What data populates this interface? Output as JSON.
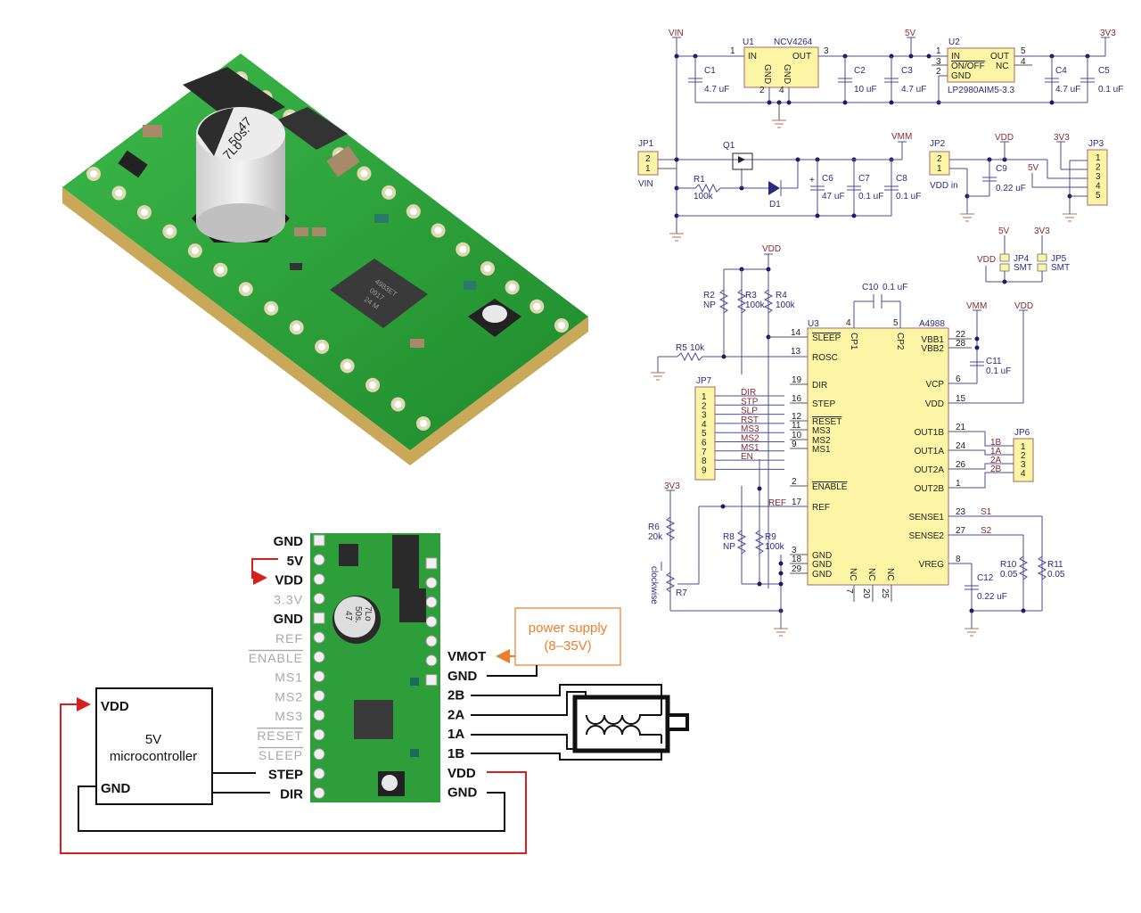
{
  "board_photo": {
    "capacitor_marking": [
      "47",
      "50s.",
      "7Lo"
    ],
    "driver_chip_marking": [
      "4983ET",
      "0917",
      "24 M"
    ]
  },
  "schematic": {
    "regulator1": {
      "ref": "U1",
      "part": "NCV4264",
      "pins": {
        "in": "IN",
        "out": "OUT",
        "gnd1": "GND",
        "gnd2": "GND"
      },
      "pin_numbers": {
        "in": "1",
        "out": "3",
        "gnd1": "2",
        "gnd2": "4"
      }
    },
    "regulator2": {
      "ref": "U2",
      "part": "LP2980AIM5-3.3",
      "pins": {
        "in": "IN",
        "onoff": "ON/OFF",
        "gnd": "GND",
        "out": "OUT",
        "nc": "NC"
      },
      "pin_numbers": {
        "in": "1",
        "onoff": "3",
        "gnd": "2",
        "out": "5",
        "nc": "4"
      }
    },
    "nets": {
      "vin": "VIN",
      "v5": "5V",
      "v3v3": "3V3",
      "vmm": "VMM",
      "vdd": "VDD",
      "ref": "REF",
      "s1": "S1",
      "s2": "S2"
    },
    "capacitors": [
      {
        "ref": "C1",
        "value": "4.7 uF"
      },
      {
        "ref": "C2",
        "value": "10 uF"
      },
      {
        "ref": "C3",
        "value": "4.7 uF"
      },
      {
        "ref": "C4",
        "value": "4.7 uF"
      },
      {
        "ref": "C5",
        "value": "0.1 uF"
      },
      {
        "ref": "C6",
        "value": "47 uF"
      },
      {
        "ref": "C7",
        "value": "0.1 uF"
      },
      {
        "ref": "C8",
        "value": "0.1 uF"
      },
      {
        "ref": "C9",
        "value": "0.22 uF"
      },
      {
        "ref": "C10",
        "value": "0.1 uF"
      },
      {
        "ref": "C11",
        "value": "0.1 uF"
      },
      {
        "ref": "C12",
        "value": "0.22 uF"
      }
    ],
    "resistors": [
      {
        "ref": "R1",
        "value": "100k"
      },
      {
        "ref": "R2",
        "value": "NP"
      },
      {
        "ref": "R3",
        "value": "100k"
      },
      {
        "ref": "R4",
        "value": "100k"
      },
      {
        "ref": "R5",
        "value": "10k"
      },
      {
        "ref": "R6",
        "value": "20k"
      },
      {
        "ref": "R7",
        "value": ""
      },
      {
        "ref": "R8",
        "value": "NP"
      },
      {
        "ref": "R9",
        "value": "100k"
      },
      {
        "ref": "R10",
        "value": "0.05"
      },
      {
        "ref": "R11",
        "value": "0.05"
      }
    ],
    "q1": "Q1",
    "d1": "D1",
    "r7_note": "clockwise",
    "jumpers": {
      "jp1": {
        "ref": "JP1",
        "label": "VIN",
        "pins": [
          "2",
          "1"
        ]
      },
      "jp2": {
        "ref": "JP2",
        "label": "VDD in",
        "pins": [
          "2",
          "1"
        ]
      },
      "jp3": {
        "ref": "JP3",
        "pins": [
          "1",
          "2",
          "3",
          "4",
          "5"
        ]
      },
      "jp4": {
        "ref": "JP4",
        "label": "SMT"
      },
      "jp5": {
        "ref": "JP5",
        "label": "SMT"
      },
      "jp6": {
        "ref": "JP6",
        "pins": [
          "1",
          "2",
          "3",
          "4"
        ],
        "nets": [
          "1B",
          "1A",
          "2A",
          "2B"
        ]
      },
      "jp7": {
        "ref": "JP7",
        "pins": [
          "1",
          "2",
          "3",
          "4",
          "5",
          "6",
          "7",
          "8",
          "9"
        ],
        "nets": [
          "DIR",
          "STP",
          "SLP",
          "RST",
          "MS3",
          "MS2",
          "MS1",
          "EN"
        ]
      }
    },
    "driver": {
      "ref": "U3",
      "part": "A4988",
      "left_pins": [
        {
          "num": "14",
          "name": "SLEEP"
        },
        {
          "num": "13",
          "name": "ROSC"
        },
        {
          "num": "19",
          "name": "DIR"
        },
        {
          "num": "16",
          "name": "STEP"
        },
        {
          "num": "12",
          "name": "RESET"
        },
        {
          "num": "11",
          "name": "MS3"
        },
        {
          "num": "10",
          "name": "MS2"
        },
        {
          "num": "9",
          "name": "MS1"
        },
        {
          "num": "2",
          "name": "ENABLE"
        },
        {
          "num": "17",
          "name": "REF"
        },
        {
          "num": "3",
          "name": "GND"
        },
        {
          "num": "18",
          "name": "GND"
        },
        {
          "num": "29",
          "name": "GND"
        }
      ],
      "top_pins": [
        {
          "num": "4",
          "name": "CP1"
        },
        {
          "num": "5",
          "name": "CP2"
        }
      ],
      "right_pins": [
        {
          "num": "22",
          "name": "VBB1"
        },
        {
          "num": "28",
          "name": "VBB2"
        },
        {
          "num": "6",
          "name": "VCP"
        },
        {
          "num": "15",
          "name": "VDD"
        },
        {
          "num": "21",
          "name": "OUT1B"
        },
        {
          "num": "24",
          "name": "OUT1A"
        },
        {
          "num": "26",
          "name": "OUT2A"
        },
        {
          "num": "1",
          "name": "OUT2B"
        },
        {
          "num": "23",
          "name": "SENSE1"
        },
        {
          "num": "27",
          "name": "SENSE2"
        },
        {
          "num": "8",
          "name": "VREG"
        }
      ],
      "bottom_pins": [
        {
          "num": "7",
          "name": "NC"
        },
        {
          "num": "20",
          "name": "NC"
        },
        {
          "num": "25",
          "name": "NC"
        }
      ]
    }
  },
  "wiring": {
    "left_labels": [
      {
        "text": "GND",
        "style": "bold"
      },
      {
        "text": "5V",
        "style": "bold"
      },
      {
        "text": "VDD",
        "style": "bold"
      },
      {
        "text": "3.3V",
        "style": "gray"
      },
      {
        "text": "GND",
        "style": "bold"
      },
      {
        "text": "REF",
        "style": "gray"
      },
      {
        "text": "ENABLE",
        "style": "gray"
      },
      {
        "text": "MS1",
        "style": "gray"
      },
      {
        "text": "MS2",
        "style": "gray"
      },
      {
        "text": "MS3",
        "style": "gray"
      },
      {
        "text": "RESET",
        "style": "gray"
      },
      {
        "text": "SLEEP",
        "style": "gray"
      },
      {
        "text": "STEP",
        "style": "bold"
      },
      {
        "text": "DIR",
        "style": "bold"
      }
    ],
    "right_labels": [
      "VMOT",
      "GND",
      "2B",
      "2A",
      "1A",
      "1B",
      "VDD",
      "GND"
    ],
    "power_supply": {
      "line1": "power supply",
      "line2": "(8–35V)"
    },
    "microcontroller": {
      "line1": "5V",
      "line2": "microcontroller",
      "vdd": "VDD",
      "gnd": "GND"
    },
    "colors": {
      "vdd_wire": "#d62020",
      "power_supply": "#f07d2a",
      "pcb_green": "#2e9e3a"
    }
  }
}
